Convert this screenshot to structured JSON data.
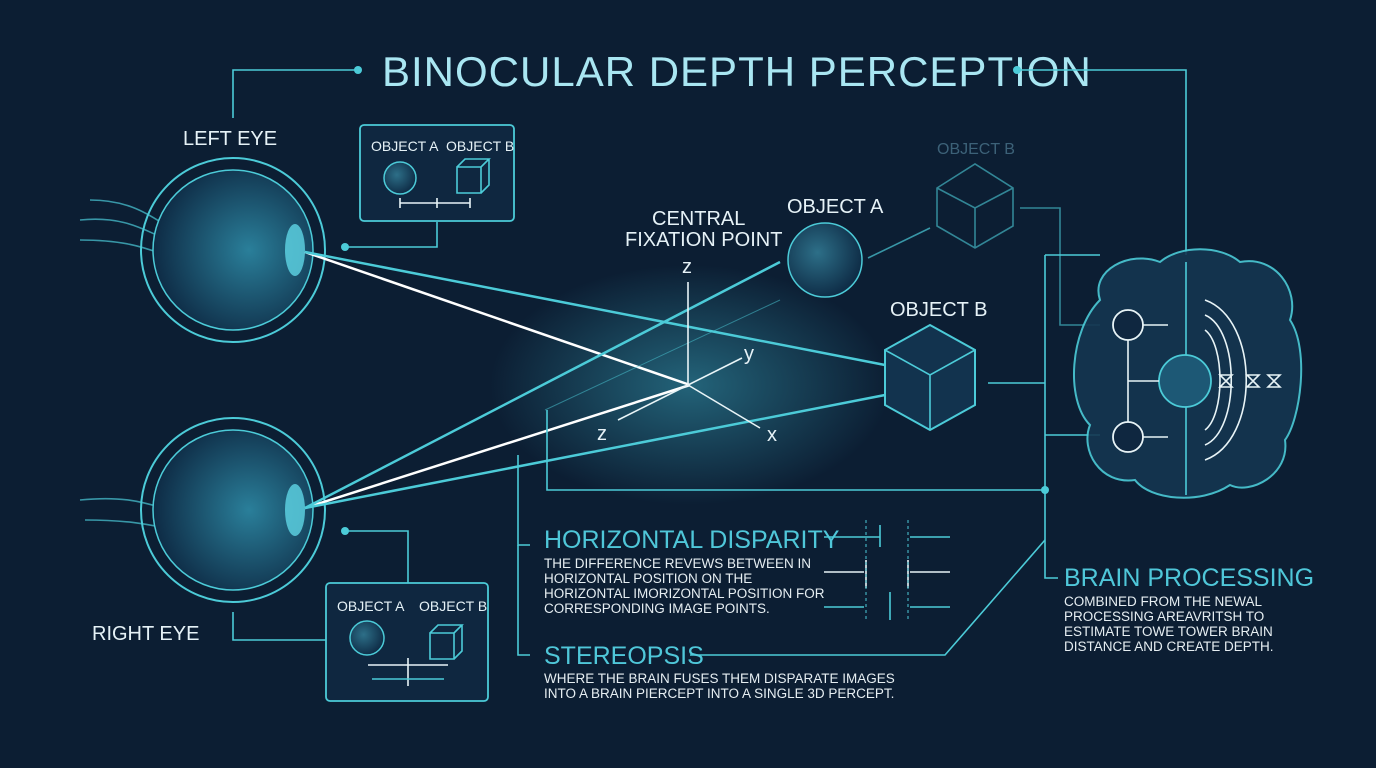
{
  "title": "BINOCULAR DEPTH PERCEPTION",
  "eyes": {
    "left": "LEFT EYE",
    "right": "RIGHT EYE"
  },
  "insets": {
    "left": {
      "object_a": "OBJECT A",
      "object_b": "OBJECT B"
    },
    "right": {
      "object_a": "OBJECT A",
      "object_b": "OBJECT B"
    }
  },
  "scene": {
    "fixation": [
      "CENTRAL",
      "FIXATION POINT"
    ],
    "object_a": "OBJECT A",
    "object_b": "OBJECT B",
    "object_b_far": "OBJECT B",
    "axes": {
      "z_up": "z",
      "y": "y",
      "z": "z",
      "x": "x"
    }
  },
  "sections": {
    "disparity": {
      "heading": "HORIZONTAL DISPARITY",
      "lines": [
        "THE DIFFERENCE REVEWS BETWEEN IN",
        "HORIZONTAL POSITION ON THE",
        "HORIZONTAL IMORIZONTAL POSITION FOR",
        "CORRESPONDING IMAGE POINTS."
      ]
    },
    "stereopsis": {
      "heading": "STEREOPSIS",
      "lines": [
        "WHERE THE BRAIN FUSES THEM DISPARATE IMAGES",
        "INTO A BRAIN PIERCEPT INTO A SINGLE 3D PERCEPT."
      ]
    },
    "brain": {
      "heading": "BRAIN PROCESSING",
      "lines": [
        "COMBINED FROM THE NEWAL",
        "PROCESSING AREAVRITSH TO",
        "ESTIMATE TOWE TOWER BRAIN",
        "DISTANCE AND CREATE DEPTH."
      ]
    }
  },
  "colors": {
    "background": "#0c1e33",
    "accent": "#4ccbd8",
    "text": "#e6f2f7"
  }
}
